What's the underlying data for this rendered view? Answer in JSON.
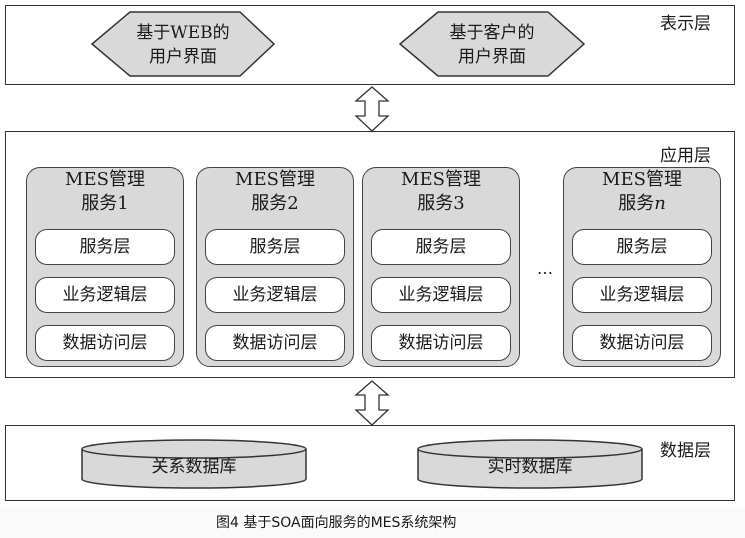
{
  "presentation_layer": {
    "label": "表示层",
    "clients": [
      {
        "line1": "基于WEB的",
        "line2": "用户界面"
      },
      {
        "line1": "基于客户的",
        "line2": "用户界面"
      }
    ]
  },
  "application_layer": {
    "label": "应用层",
    "services": [
      {
        "title_line1": "MES管理",
        "title_line2_prefix": "服务",
        "title_line2_suffix": "1",
        "italic_suffix": false
      },
      {
        "title_line1": "MES管理",
        "title_line2_prefix": "服务",
        "title_line2_suffix": "2",
        "italic_suffix": false
      },
      {
        "title_line1": "MES管理",
        "title_line2_prefix": "服务",
        "title_line2_suffix": "3",
        "italic_suffix": false
      },
      {
        "title_line1": "MES管理",
        "title_line2_prefix": "服务",
        "title_line2_suffix": "n",
        "italic_suffix": true
      }
    ],
    "sublayers": [
      "服务层",
      "业务逻辑层",
      "数据访问层"
    ],
    "ellipsis": "…"
  },
  "data_layer": {
    "label": "数据层",
    "databases": [
      "关系数据库",
      "实时数据库"
    ]
  },
  "caption": "图4 基于SOA面向服务的MES系统架构",
  "colors": {
    "service_fill": "#d9d9d9",
    "shape_fill": "#d9d9d9",
    "border": "#333333"
  }
}
